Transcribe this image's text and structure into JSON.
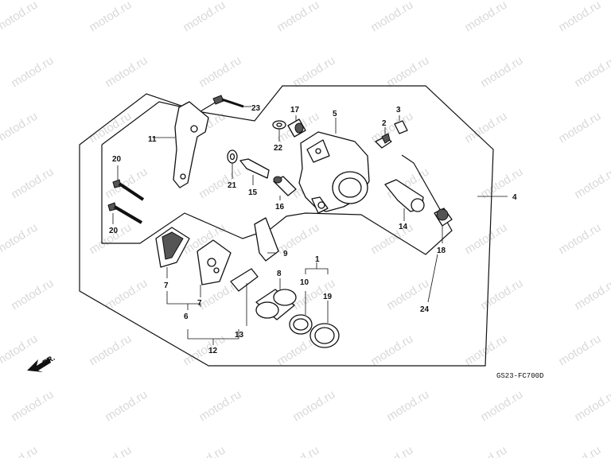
{
  "watermark": {
    "text": "motod.ru"
  },
  "diagram": {
    "diagram_code": "GS23-FC700D",
    "front_indicator": "FR.",
    "part_labels": {
      "p1": "1",
      "p2": "2",
      "p3": "3",
      "p4": "4",
      "p5": "5",
      "p6": "6",
      "p7a": "7",
      "p7b": "7",
      "p8": "8",
      "p9": "9",
      "p10": "10",
      "p11": "11",
      "p12": "12",
      "p13": "13",
      "p14": "14",
      "p15": "15",
      "p16": "16",
      "p17": "17",
      "p18": "18",
      "p19": "19",
      "p20a": "20",
      "p20b": "20",
      "p21": "21",
      "p22": "22",
      "p23": "23",
      "p24": "24"
    }
  }
}
